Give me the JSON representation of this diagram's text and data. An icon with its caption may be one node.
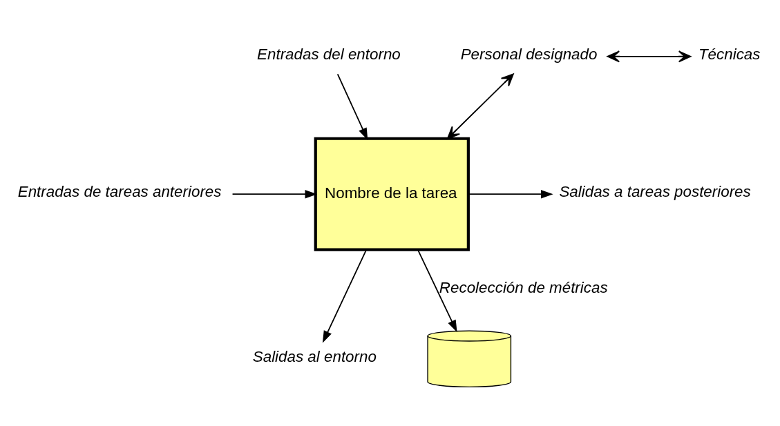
{
  "diagram": {
    "nodes": [
      {
        "text": [
          "Nombre de la tarea"
        ]
      },
      {
        "text": [
          "Entradas del entorno"
        ]
      },
      {
        "text": [
          "Personal designado"
        ]
      },
      {
        "text": [
          "Técnicas"
        ]
      },
      {
        "text": [
          "Entradas de tareas anteriores"
        ]
      },
      {
        "text": [
          "Salidas a tareas posteriores"
        ]
      },
      {
        "text": [
          "Salidas al entorno"
        ]
      },
      {
        "text": [],
        "shape": "cylinder"
      }
    ],
    "edges": [
      {
        "from": 1,
        "to": 0,
        "arrow": "to"
      },
      {
        "from": 2,
        "to": 0,
        "arrow": "both"
      },
      {
        "from": 2,
        "to": 3,
        "arrow": "both"
      },
      {
        "from": 4,
        "to": 0,
        "arrow": "to"
      },
      {
        "from": 0,
        "to": 5,
        "arrow": "to"
      },
      {
        "from": 0,
        "to": 6,
        "arrow": "to"
      },
      {
        "from": 0,
        "to": 7,
        "arrow": "to",
        "label": "Recolección de métricas"
      }
    ]
  }
}
